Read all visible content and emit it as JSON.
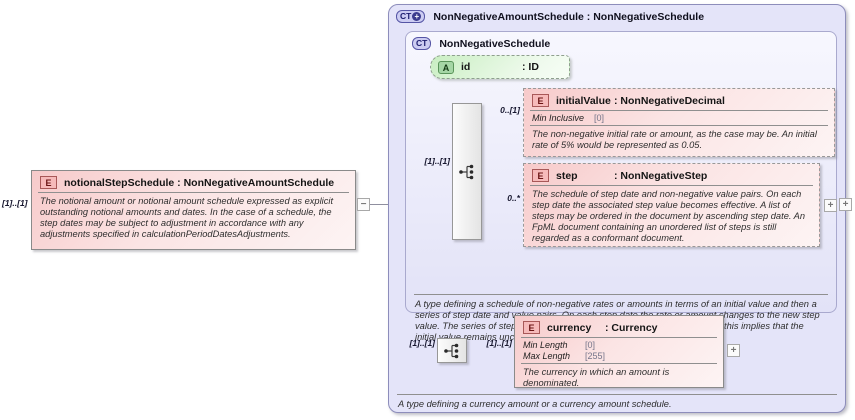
{
  "icons": {
    "sequence_icon": "sequence-compositor-icon",
    "collapse_glyph": "−",
    "expand_glyph": "+"
  },
  "colors": {
    "container_fill": "#e4e4f9",
    "container_border": "#8d8dbb",
    "element_pink": "#f7caca",
    "attribute_green": "#c9eec2",
    "badge_element_border": "#a85858",
    "badge_attribute_border": "#5a945a",
    "badge_type_border": "#5555a5"
  },
  "left_element": {
    "badge": "E",
    "cardinality": "[1]..[1]",
    "title": "notionalStepSchedule : NonNegativeAmountSchedule",
    "documentation": "The notional amount or notional amount schedule expressed as explicit outstanding notional amounts and dates. In the case of a schedule, the step dates may be subject to adjustment in accordance with any adjustments specified in calculationPeriodDatesAdjustments."
  },
  "container": {
    "badge": "CT",
    "badge_plus": "+",
    "title": "NonNegativeAmountSchedule : NonNegativeSchedule",
    "documentation": "A type defining a currency amount or a currency amount schedule.",
    "base_type": {
      "badge": "CT",
      "title": "NonNegativeSchedule",
      "attribute": {
        "badge": "A",
        "name": "id",
        "type": ": ID"
      },
      "sequence_cardinality": "[1]..[1]",
      "children": [
        {
          "badge": "E",
          "cardinality": "0..[1]",
          "name": "initialValue",
          "type": ": NonNegativeDecimal",
          "facets": [
            {
              "label": "Min Inclusive",
              "value": "[0]"
            }
          ],
          "documentation": "The non-negative initial rate or amount, as the case may be. An initial rate of 5% would be represented as 0.05."
        },
        {
          "badge": "E",
          "cardinality": "0..*",
          "name": "step",
          "type": ": NonNegativeStep",
          "documentation": "The schedule of step date and non-negative value pairs. On each step date the associated step value becomes effective. A list of steps may be ordered in the document by ascending step date. An FpML document containing an unordered list of steps is still regarded as a conformant document."
        }
      ],
      "documentation": "A type defining a schedule of non-negative rates or amounts in terms of an initial value and then a series of step date and value pairs. On each step date the rate or amount changes to the new step value. The series of step date and value pairs are optional. If not specified, this implies that the initial value remains unchanged over time."
    },
    "extension": {
      "sequence_cardinality": "[1]..[1]",
      "element": {
        "badge": "E",
        "cardinality": "[1]..[1]",
        "name": "currency",
        "type": ": Currency",
        "facets": [
          {
            "label": "Min Length",
            "value": "[0]"
          },
          {
            "label": "Max Length",
            "value": "[255]"
          }
        ],
        "documentation": "The currency in which an amount is denominated."
      }
    }
  }
}
